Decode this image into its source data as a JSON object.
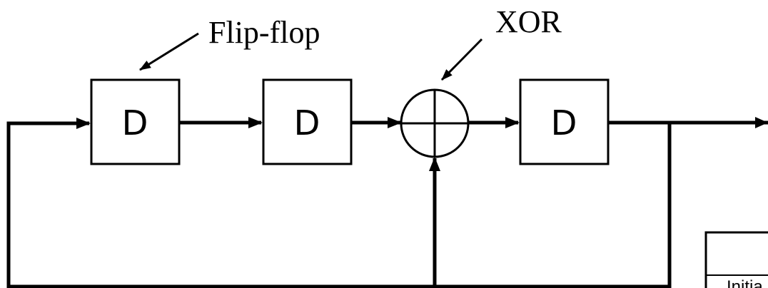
{
  "annotations": {
    "flipflop_label": "Flip-flop",
    "xor_label": "XOR"
  },
  "blocks": [
    {
      "id": "ff1",
      "label": "D"
    },
    {
      "id": "ff2",
      "label": "D"
    },
    {
      "id": "ff3",
      "label": "D"
    }
  ],
  "table": {
    "partial_text": "Initia"
  }
}
